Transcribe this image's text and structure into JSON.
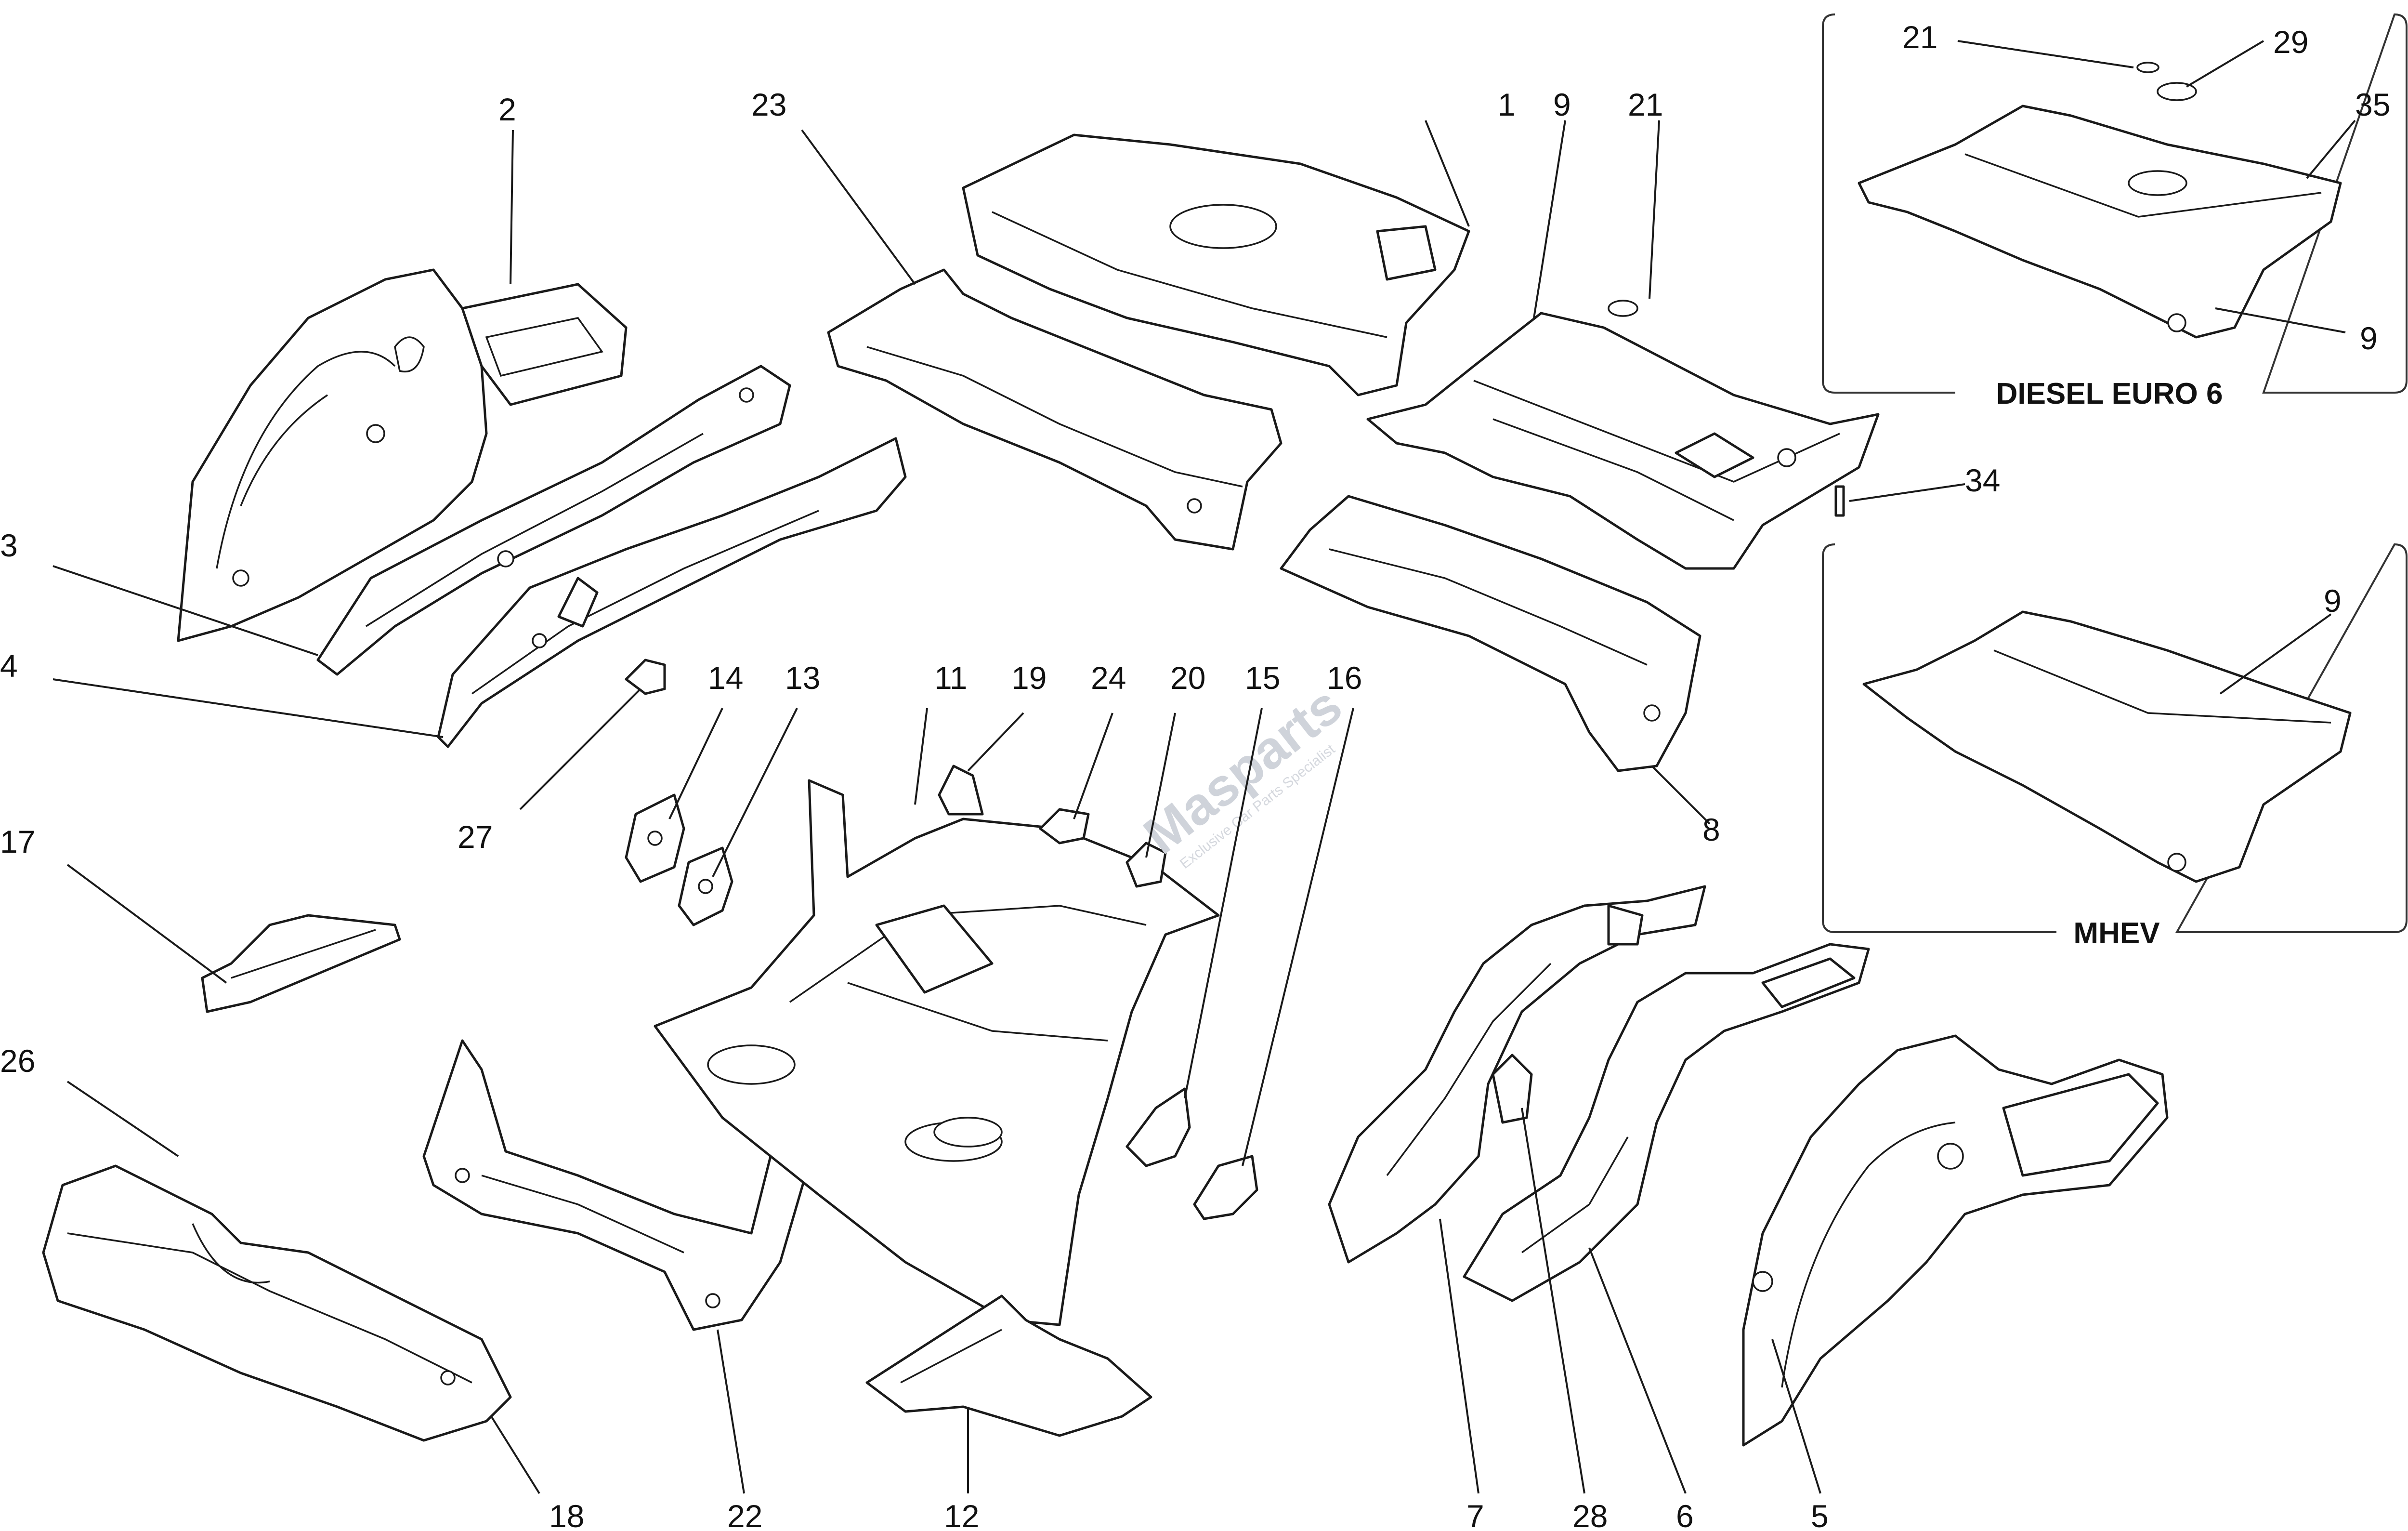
{
  "diagram": {
    "callouts": [
      "1",
      "2",
      "3",
      "4",
      "5",
      "6",
      "7",
      "8",
      "9",
      "11",
      "12",
      "13",
      "14",
      "15",
      "16",
      "17",
      "18",
      "19",
      "20",
      "21",
      "22",
      "23",
      "24",
      "26",
      "27",
      "28",
      "29",
      "34",
      "35"
    ],
    "insets": [
      {
        "label": "DIESEL  EURO 6",
        "callouts": [
          "21",
          "29",
          "35",
          "9"
        ]
      },
      {
        "label": "MHEV",
        "callouts": [
          "9"
        ]
      }
    ],
    "watermark": {
      "brand": "Masparts",
      "tagline": "Exclusive Car Parts Specialist"
    },
    "colors": {
      "line": "#1a1a1a",
      "background": "#ffffff",
      "watermark": "#cfd3da"
    }
  }
}
